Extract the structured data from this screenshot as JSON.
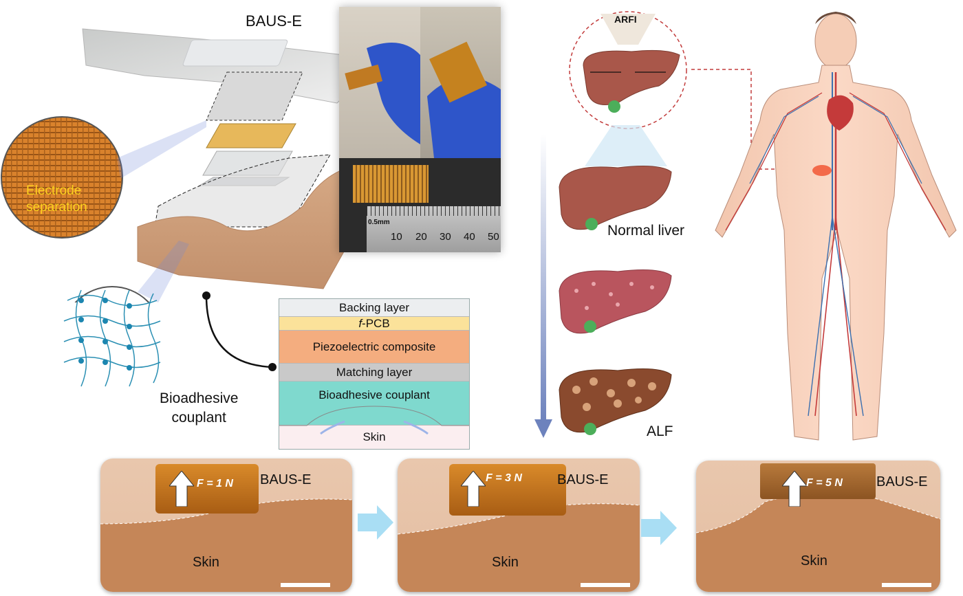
{
  "device_top": {
    "baus_e_label": "BAUS-E",
    "electrode_label": "Electrode separation",
    "bioadhesive_label_line1": "Bioadhesive",
    "bioadhesive_label_line2": "couplant"
  },
  "layers": [
    {
      "label_prefix": "",
      "label_italic": "",
      "label": "Backing layer",
      "color": "#eceef0"
    },
    {
      "label_prefix": "",
      "label_italic": "f",
      "label": "-PCB",
      "color": "#fbe29a"
    },
    {
      "label_prefix": "",
      "label_italic": "",
      "label": "Piezoelectric composite",
      "color": "#f4ad7f"
    },
    {
      "label_prefix": "",
      "label_italic": "",
      "label": "Matching layer",
      "color": "#c9c9c9"
    },
    {
      "label_prefix": "",
      "label_italic": "",
      "label": "Bioadhesive couplant",
      "color": "#7fd9ce"
    },
    {
      "label_prefix": "",
      "label_italic": "",
      "label": "Skin",
      "color": "#fbeef0"
    }
  ],
  "ruler": {
    "unit_label": "0.5mm",
    "ticks": [
      "10",
      "20",
      "30",
      "40",
      "50"
    ]
  },
  "liver": {
    "arfi_label": "ARFI",
    "normal_label": "Normal liver",
    "alf_label": "ALF"
  },
  "panels": [
    {
      "force_label": "F = 1 N",
      "device_label": "BAUS-E",
      "skin_label": "Skin"
    },
    {
      "force_label": "F = 3 N",
      "device_label": "BAUS-E",
      "skin_label": "Skin"
    },
    {
      "force_label": "F = 5 N",
      "device_label": "BAUS-E",
      "skin_label": "Skin"
    }
  ],
  "colors": {
    "liver_normal": "#a9574a",
    "liver_fibrotic": "#b9555e",
    "liver_alf": "#8a4a2e",
    "accent_arrow": "#7b8dc0",
    "flex_pcb": "#d98a2a",
    "skin": "#c88a5c"
  }
}
